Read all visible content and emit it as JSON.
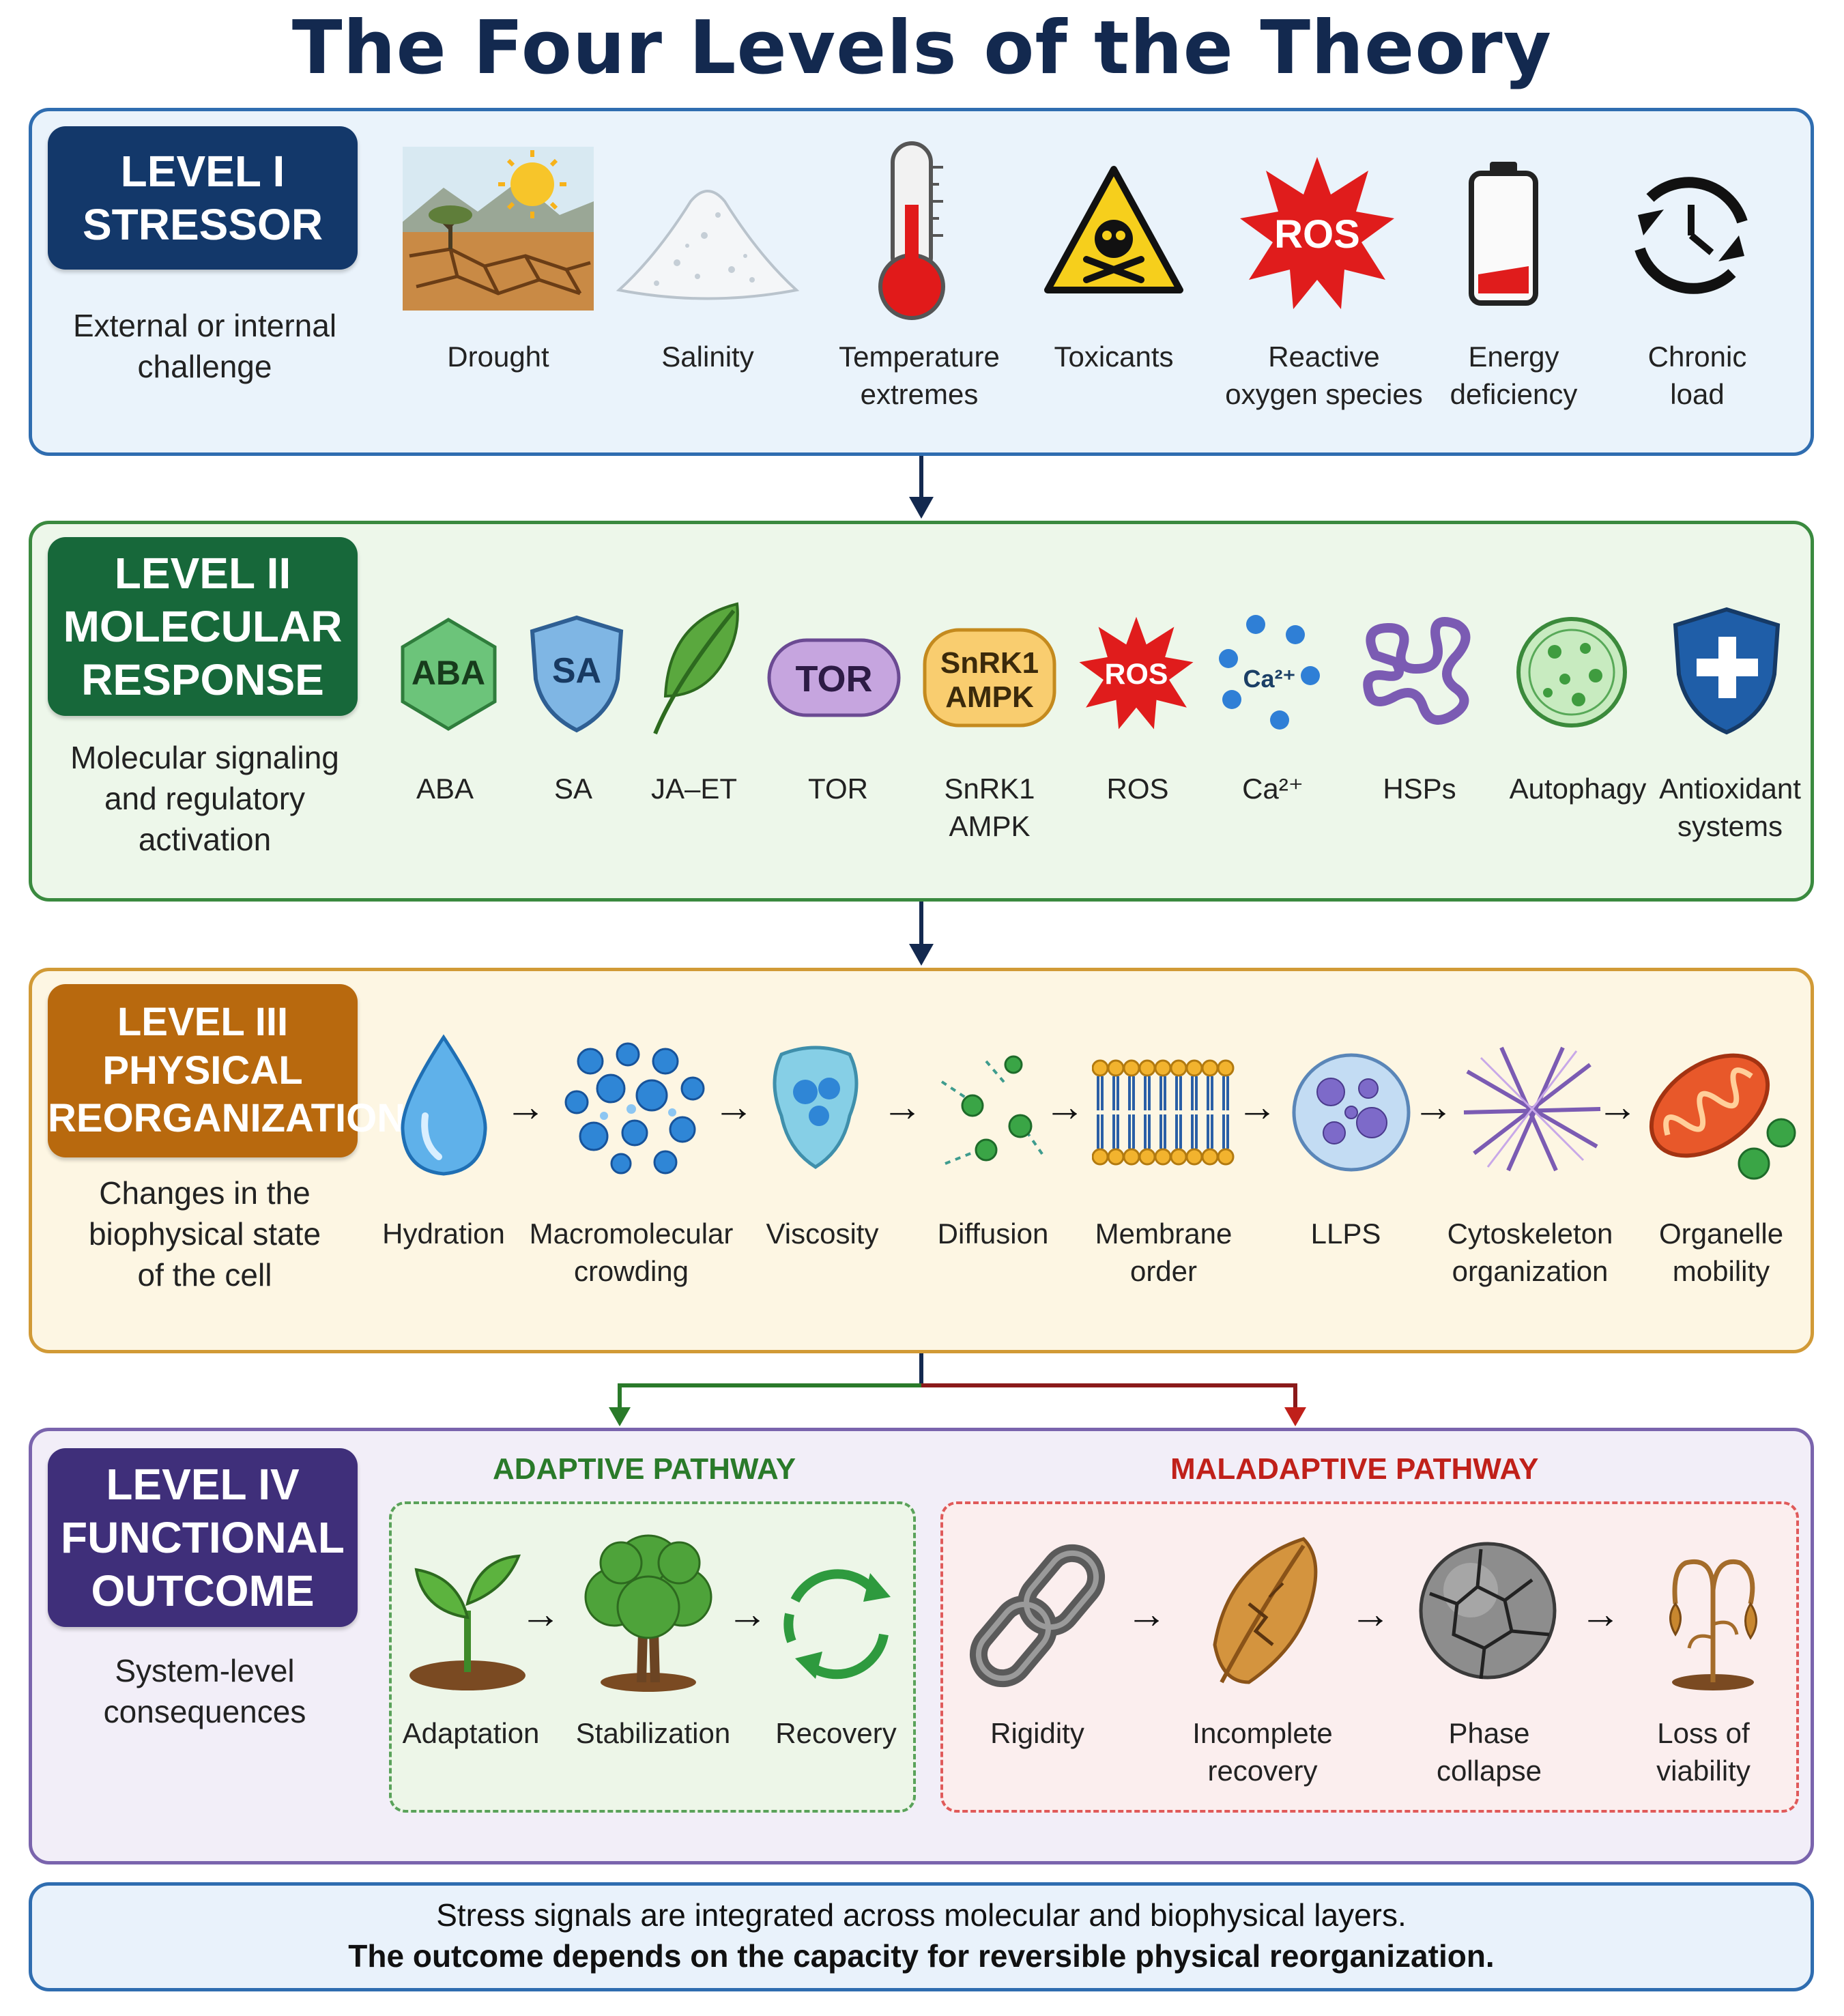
{
  "title": "The Four Levels of the Theory",
  "level1": {
    "badge": [
      "LEVEL I",
      "STRESSOR"
    ],
    "desc": [
      "External or internal",
      "challenge"
    ],
    "items": [
      {
        "label": [
          "Drought"
        ],
        "icon": "drought-icon"
      },
      {
        "label": [
          "Salinity"
        ],
        "icon": "salt-pile-icon"
      },
      {
        "label": [
          "Temperature",
          "extremes"
        ],
        "icon": "thermometer-icon"
      },
      {
        "label": [
          "Toxicants"
        ],
        "icon": "toxic-warning-icon"
      },
      {
        "label": [
          "Reactive",
          "oxygen species"
        ],
        "icon": "ros-burst-icon",
        "icon_text": "ROS"
      },
      {
        "label": [
          "Energy",
          "deficiency"
        ],
        "icon": "low-battery-icon"
      },
      {
        "label": [
          "Chronic",
          "load"
        ],
        "icon": "clock-cycle-icon"
      }
    ]
  },
  "level2": {
    "badge": [
      "LEVEL II",
      "MOLECULAR",
      "RESPONSE"
    ],
    "desc": [
      "Molecular signaling",
      "and regulatory",
      "activation"
    ],
    "items": [
      {
        "label": [
          "ABA"
        ],
        "icon": "hexagon-icon",
        "icon_text": "ABA"
      },
      {
        "label": [
          "SA"
        ],
        "icon": "shield-icon",
        "icon_text": "SA"
      },
      {
        "label": [
          "JA–ET"
        ],
        "icon": "leaf-icon"
      },
      {
        "label": [
          "TOR"
        ],
        "icon": "pill-icon",
        "icon_text": "TOR"
      },
      {
        "label": [
          "SnRK1",
          "AMPK"
        ],
        "icon": "rounded-box-icon",
        "icon_text": [
          "SnRK1",
          "AMPK"
        ]
      },
      {
        "label": [
          "ROS"
        ],
        "icon": "ros-burst-icon",
        "icon_text": "ROS"
      },
      {
        "label": [
          "Ca²⁺"
        ],
        "icon": "calcium-ions-icon",
        "icon_text": "Ca²⁺"
      },
      {
        "label": [
          "HSPs"
        ],
        "icon": "protein-fold-icon"
      },
      {
        "label": [
          "Autophagy"
        ],
        "icon": "vesicle-icon"
      },
      {
        "label": [
          "Antioxidant",
          "systems"
        ],
        "icon": "shield-cross-icon"
      }
    ]
  },
  "level3": {
    "badge": [
      "LEVEL III",
      "PHYSICAL",
      "REORGANIZATION"
    ],
    "desc": [
      "Changes in the",
      "biophysical state",
      "of the cell"
    ],
    "items": [
      {
        "label": [
          "Hydration"
        ],
        "icon": "water-drop-icon"
      },
      {
        "label": [
          "Macromolecular",
          "crowding"
        ],
        "icon": "molecule-cluster-icon"
      },
      {
        "label": [
          "Viscosity"
        ],
        "icon": "viscous-drop-icon"
      },
      {
        "label": [
          "Diffusion"
        ],
        "icon": "diffusion-particles-icon"
      },
      {
        "label": [
          "Membrane",
          "order"
        ],
        "icon": "lipid-bilayer-icon"
      },
      {
        "label": [
          "LLPS"
        ],
        "icon": "droplet-condensate-icon"
      },
      {
        "label": [
          "Cytoskeleton",
          "organization"
        ],
        "icon": "filament-network-icon"
      },
      {
        "label": [
          "Organelle",
          "mobility"
        ],
        "icon": "mitochondrion-icon"
      }
    ]
  },
  "level4": {
    "badge": [
      "LEVEL IV",
      "FUNCTIONAL",
      "OUTCOME"
    ],
    "desc": [
      "System-level",
      "consequences"
    ],
    "adaptive": {
      "title": "ADAPTIVE PATHWAY",
      "items": [
        {
          "label": [
            "Adaptation"
          ],
          "icon": "sprout-icon"
        },
        {
          "label": [
            "Stabilization"
          ],
          "icon": "tree-icon"
        },
        {
          "label": [
            "Recovery"
          ],
          "icon": "recycle-arrows-icon"
        }
      ]
    },
    "maladaptive": {
      "title": "MALADAPTIVE PATHWAY",
      "items": [
        {
          "label": [
            "Rigidity"
          ],
          "icon": "chain-link-icon"
        },
        {
          "label": [
            "Incomplete",
            "recovery"
          ],
          "icon": "broken-leaf-icon"
        },
        {
          "label": [
            "Phase",
            "collapse"
          ],
          "icon": "cracked-sphere-icon"
        },
        {
          "label": [
            "Loss of",
            "viability"
          ],
          "icon": "wilted-plant-icon"
        }
      ]
    }
  },
  "footer": {
    "line1": "Stress signals are integrated across molecular and biophysical layers.",
    "line2": "The outcome depends on the capacity for reversible physical reorganization."
  },
  "colors": {
    "title": "#13294f",
    "adaptive": "#2a7a2a",
    "maladaptive": "#c0201a"
  }
}
